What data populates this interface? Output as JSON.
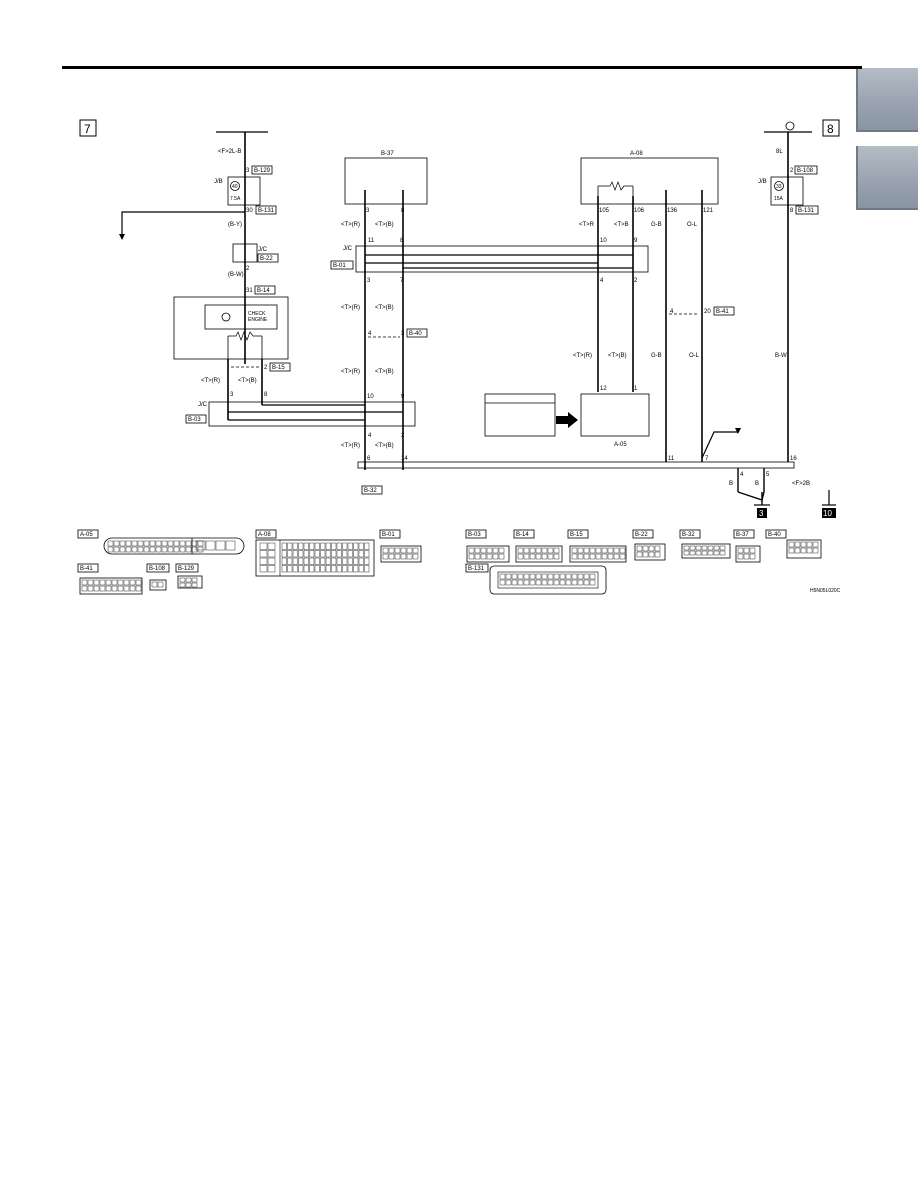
{
  "page": {
    "figure_code": "H5N05L020C"
  },
  "nav_tabs": [
    {
      "label": ""
    },
    {
      "label": ""
    }
  ],
  "refs": {
    "left": "7",
    "right": "8",
    "ground_a": "3",
    "ground_b": "10"
  },
  "components": {
    "b37": "B-37",
    "a08": "A-08",
    "b129": "B-129",
    "b131": "B-131",
    "b131b": "B-131",
    "b108": "B-108",
    "b22": "B-22",
    "b14": "B-14",
    "b01": "B-01",
    "b15": "B-15",
    "b40": "B-40",
    "b41": "B-41",
    "b03": "B-03",
    "a05": "A-05",
    "b32": "B-32"
  },
  "labels": {
    "jb_left": "J/B",
    "jb_right": "J/B",
    "fuse_left_no": "40",
    "fuse_left_amp": "7.5A",
    "fuse_right_no": "33",
    "fuse_right_amp": "15A",
    "jc_1": "J/C",
    "jc_2": "J/C",
    "jc_3": "J/C",
    "check_engine_1": "CHECK",
    "check_engine_2": "ENGINE",
    "wire_f2lb": "<F>2L-B",
    "wire_8l": "8L",
    "wire_by": "(B-Y)",
    "wire_bw": "(B-W)",
    "wire_bw2": "B-W",
    "wire_gb": "G-B",
    "wire_ol": "O-L",
    "wire_gb2": "G-B",
    "wire_ol2": "O-L",
    "wire_b1": "B",
    "wire_b2": "B",
    "wire_f2b": "<F>2B",
    "tr": "<T>(R)",
    "tb": "<T>(B)",
    "trx": "<T>R",
    "tbx": "<T>B"
  },
  "pins": {
    "p3a": "3",
    "p30": "30",
    "p2a": "2",
    "p31": "31",
    "p3b": "3",
    "p8b": "8",
    "p11": "11",
    "p8c": "8",
    "p3c": "3",
    "p7c": "7",
    "p4a": "4",
    "p3d": "3",
    "p10a": "10",
    "p9a": "9",
    "p4b": "4",
    "p2b": "2",
    "p6": "6",
    "p14": "14",
    "p105": "105",
    "p106": "106",
    "p136": "136",
    "p121": "121",
    "p10b": "10",
    "p9b": "9",
    "p4c": "4",
    "p2c": "2",
    "p12": "12",
    "p1": "1",
    "p11b": "11",
    "p7b": "7",
    "p4d": "4",
    "p20": "20",
    "p2r": "2",
    "p8r": "8",
    "p16": "16",
    "p4e": "4",
    "p5": "5",
    "p3e": "3",
    "p8e": "8"
  },
  "connector_views": [
    {
      "id": "A-05"
    },
    {
      "id": "A-08"
    },
    {
      "id": "B-01"
    },
    {
      "id": "B-41"
    },
    {
      "id": "B-108"
    },
    {
      "id": "B-129"
    },
    {
      "id": "B-03"
    },
    {
      "id": "B-14"
    },
    {
      "id": "B-15"
    },
    {
      "id": "B-22"
    },
    {
      "id": "B-32"
    },
    {
      "id": "B-37"
    },
    {
      "id": "B-40"
    },
    {
      "id": "B-131"
    }
  ],
  "colors": {
    "line": "#000000",
    "tab": "#a2acb8"
  }
}
